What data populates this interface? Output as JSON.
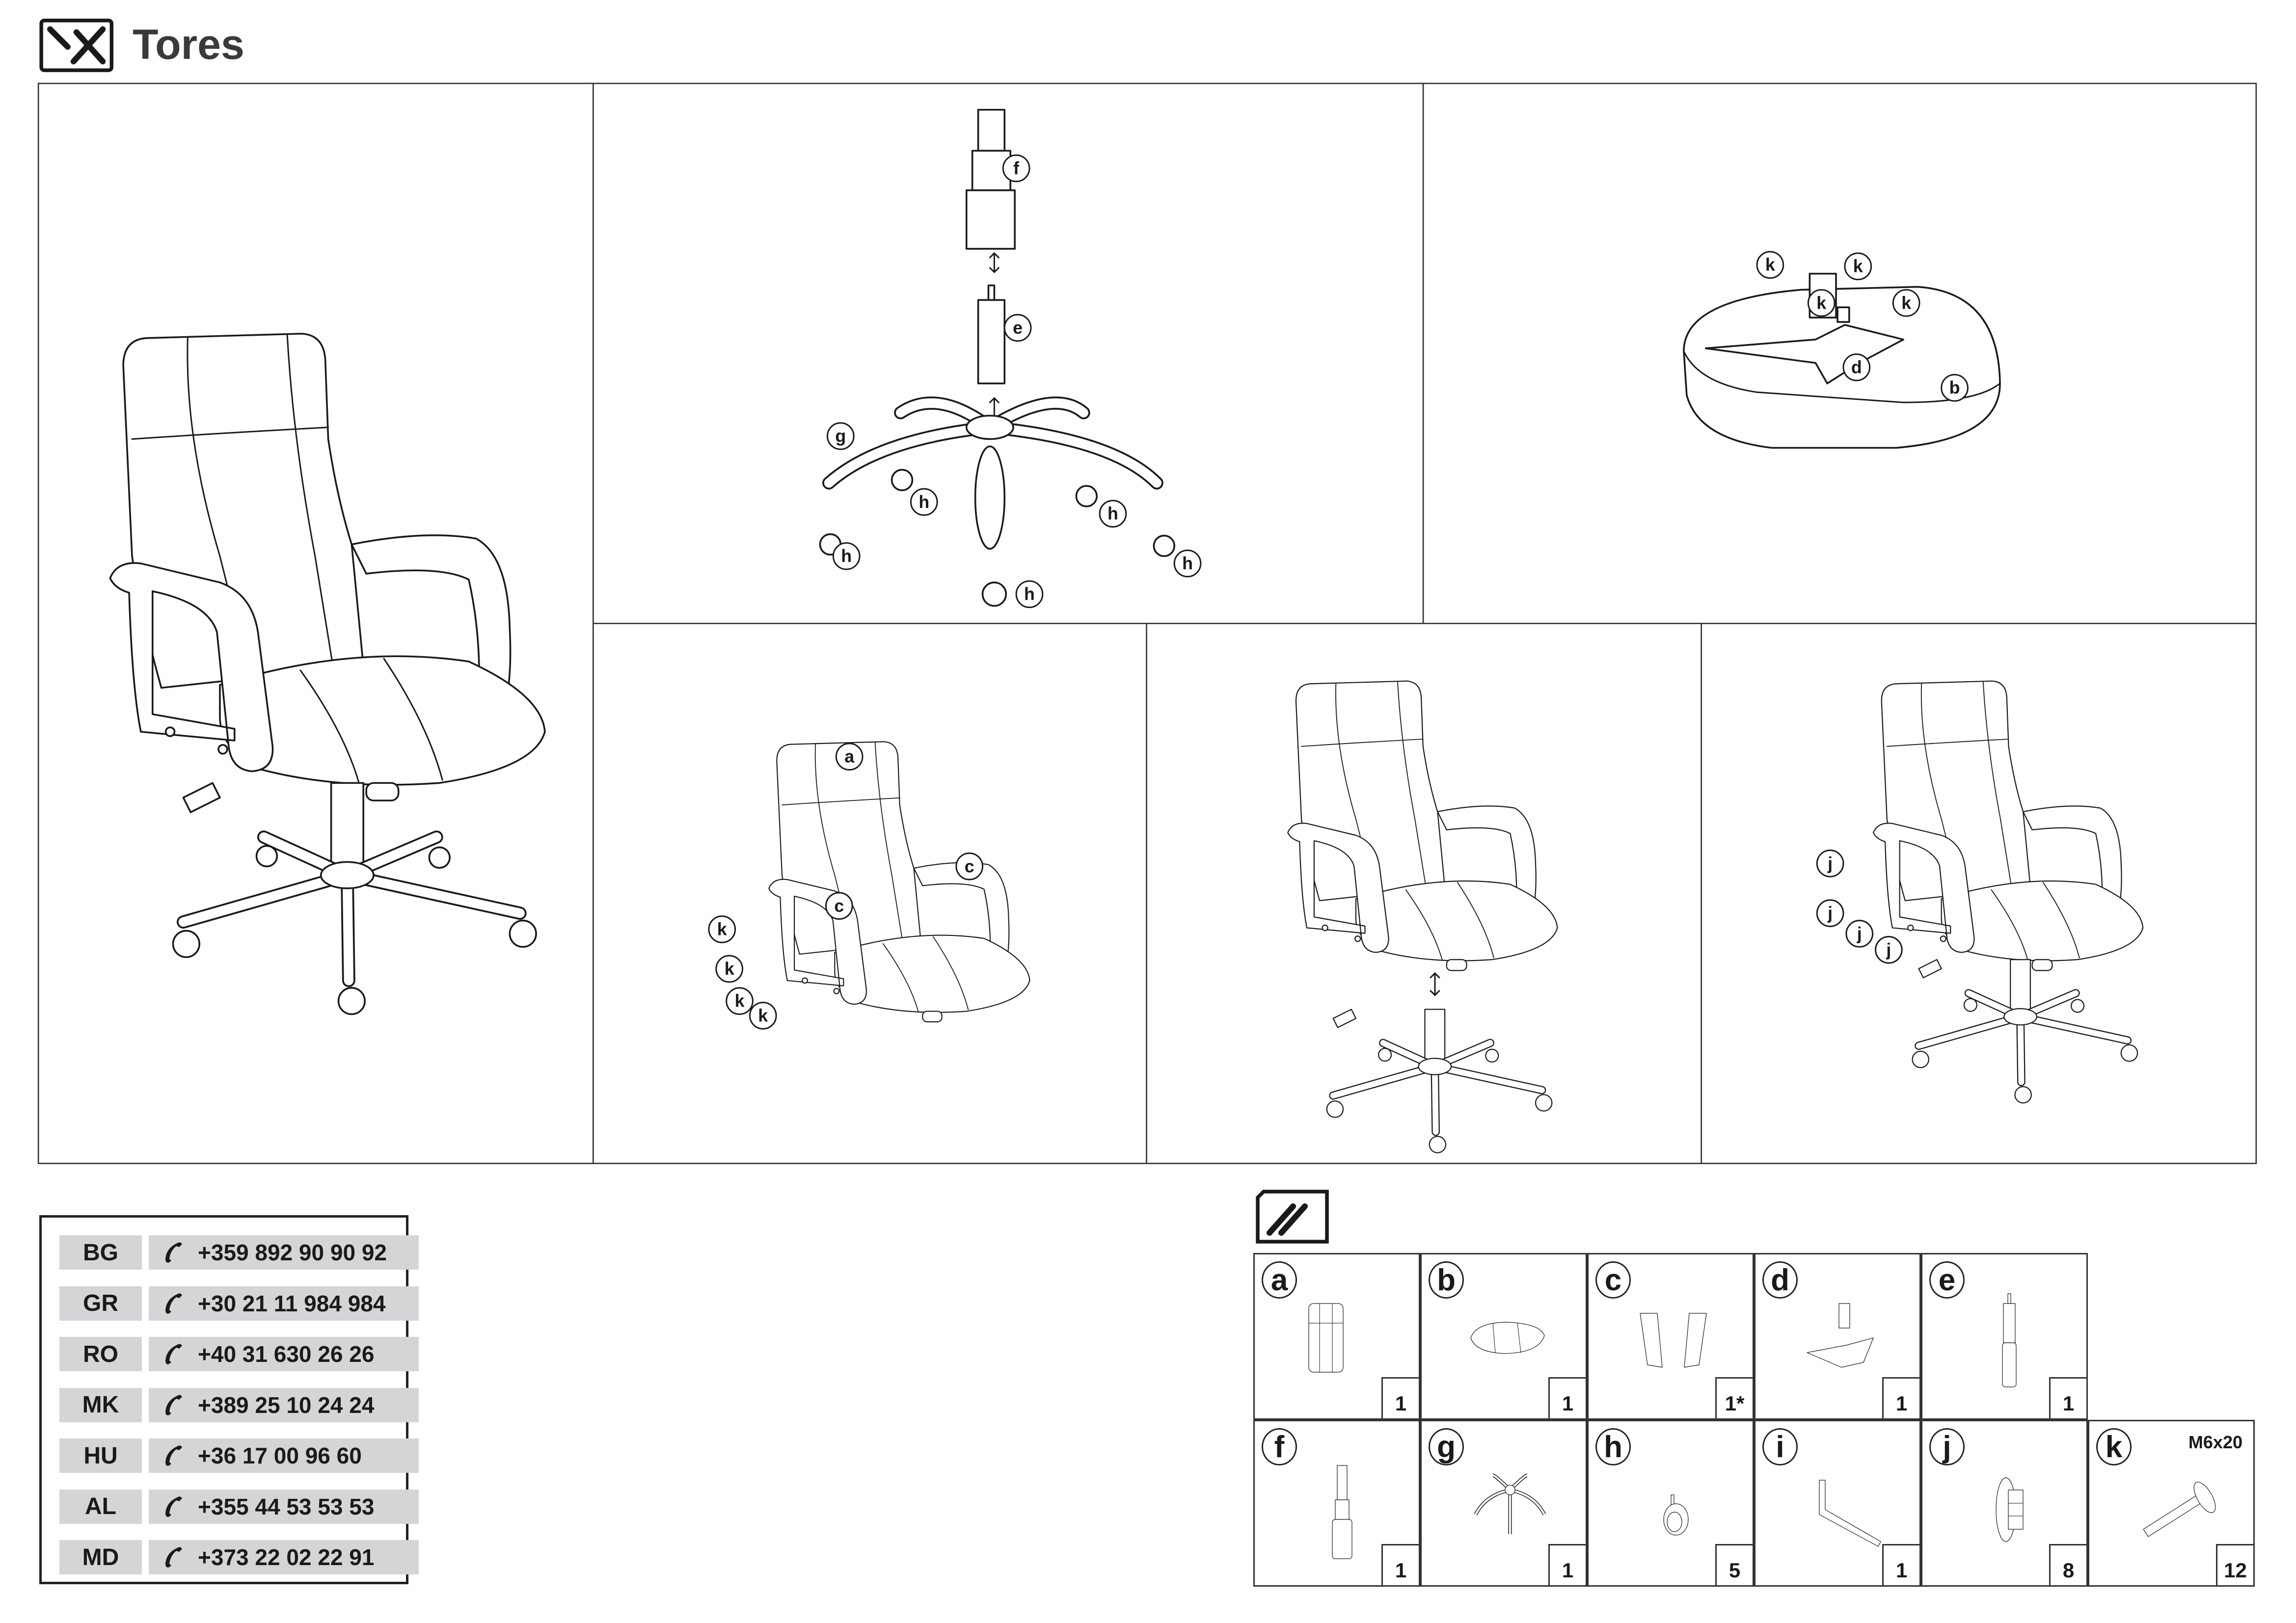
{
  "header": {
    "title": "Tores",
    "icon": "tools-icon"
  },
  "callouts": {
    "base": [
      "f",
      "e",
      "g",
      "h",
      "h",
      "h",
      "h",
      "h"
    ],
    "seat": [
      "k",
      "k",
      "k",
      "k",
      "d",
      "b"
    ],
    "backrest": [
      "a",
      "c",
      "c",
      "k",
      "k",
      "k",
      "k"
    ],
    "full": [
      "j",
      "j",
      "j",
      "j"
    ]
  },
  "contacts": [
    {
      "country": "BG",
      "phone": "+359 892 90 90 92"
    },
    {
      "country": "GR",
      "phone": "+30 21 11 984 984"
    },
    {
      "country": "RO",
      "phone": "+40 31 630 26 26"
    },
    {
      "country": "MK",
      "phone": "+389 25 10 24 24"
    },
    {
      "country": "HU",
      "phone": "+36 17 00 96 60"
    },
    {
      "country": "AL",
      "phone": "+355 44 53 53 53"
    },
    {
      "country": "MD",
      "phone": "+373 22 02 22 91"
    }
  ],
  "parts": [
    {
      "letter": "a",
      "qty": "1"
    },
    {
      "letter": "b",
      "qty": "1"
    },
    {
      "letter": "c",
      "qty": "1*"
    },
    {
      "letter": "d",
      "qty": "1"
    },
    {
      "letter": "e",
      "qty": "1"
    },
    {
      "letter": "f",
      "qty": "1"
    },
    {
      "letter": "g",
      "qty": "1"
    },
    {
      "letter": "h",
      "qty": "5"
    },
    {
      "letter": "i",
      "qty": "1"
    },
    {
      "letter": "j",
      "qty": "8"
    },
    {
      "letter": "k",
      "qty": "12",
      "spec": "M6x20"
    }
  ]
}
